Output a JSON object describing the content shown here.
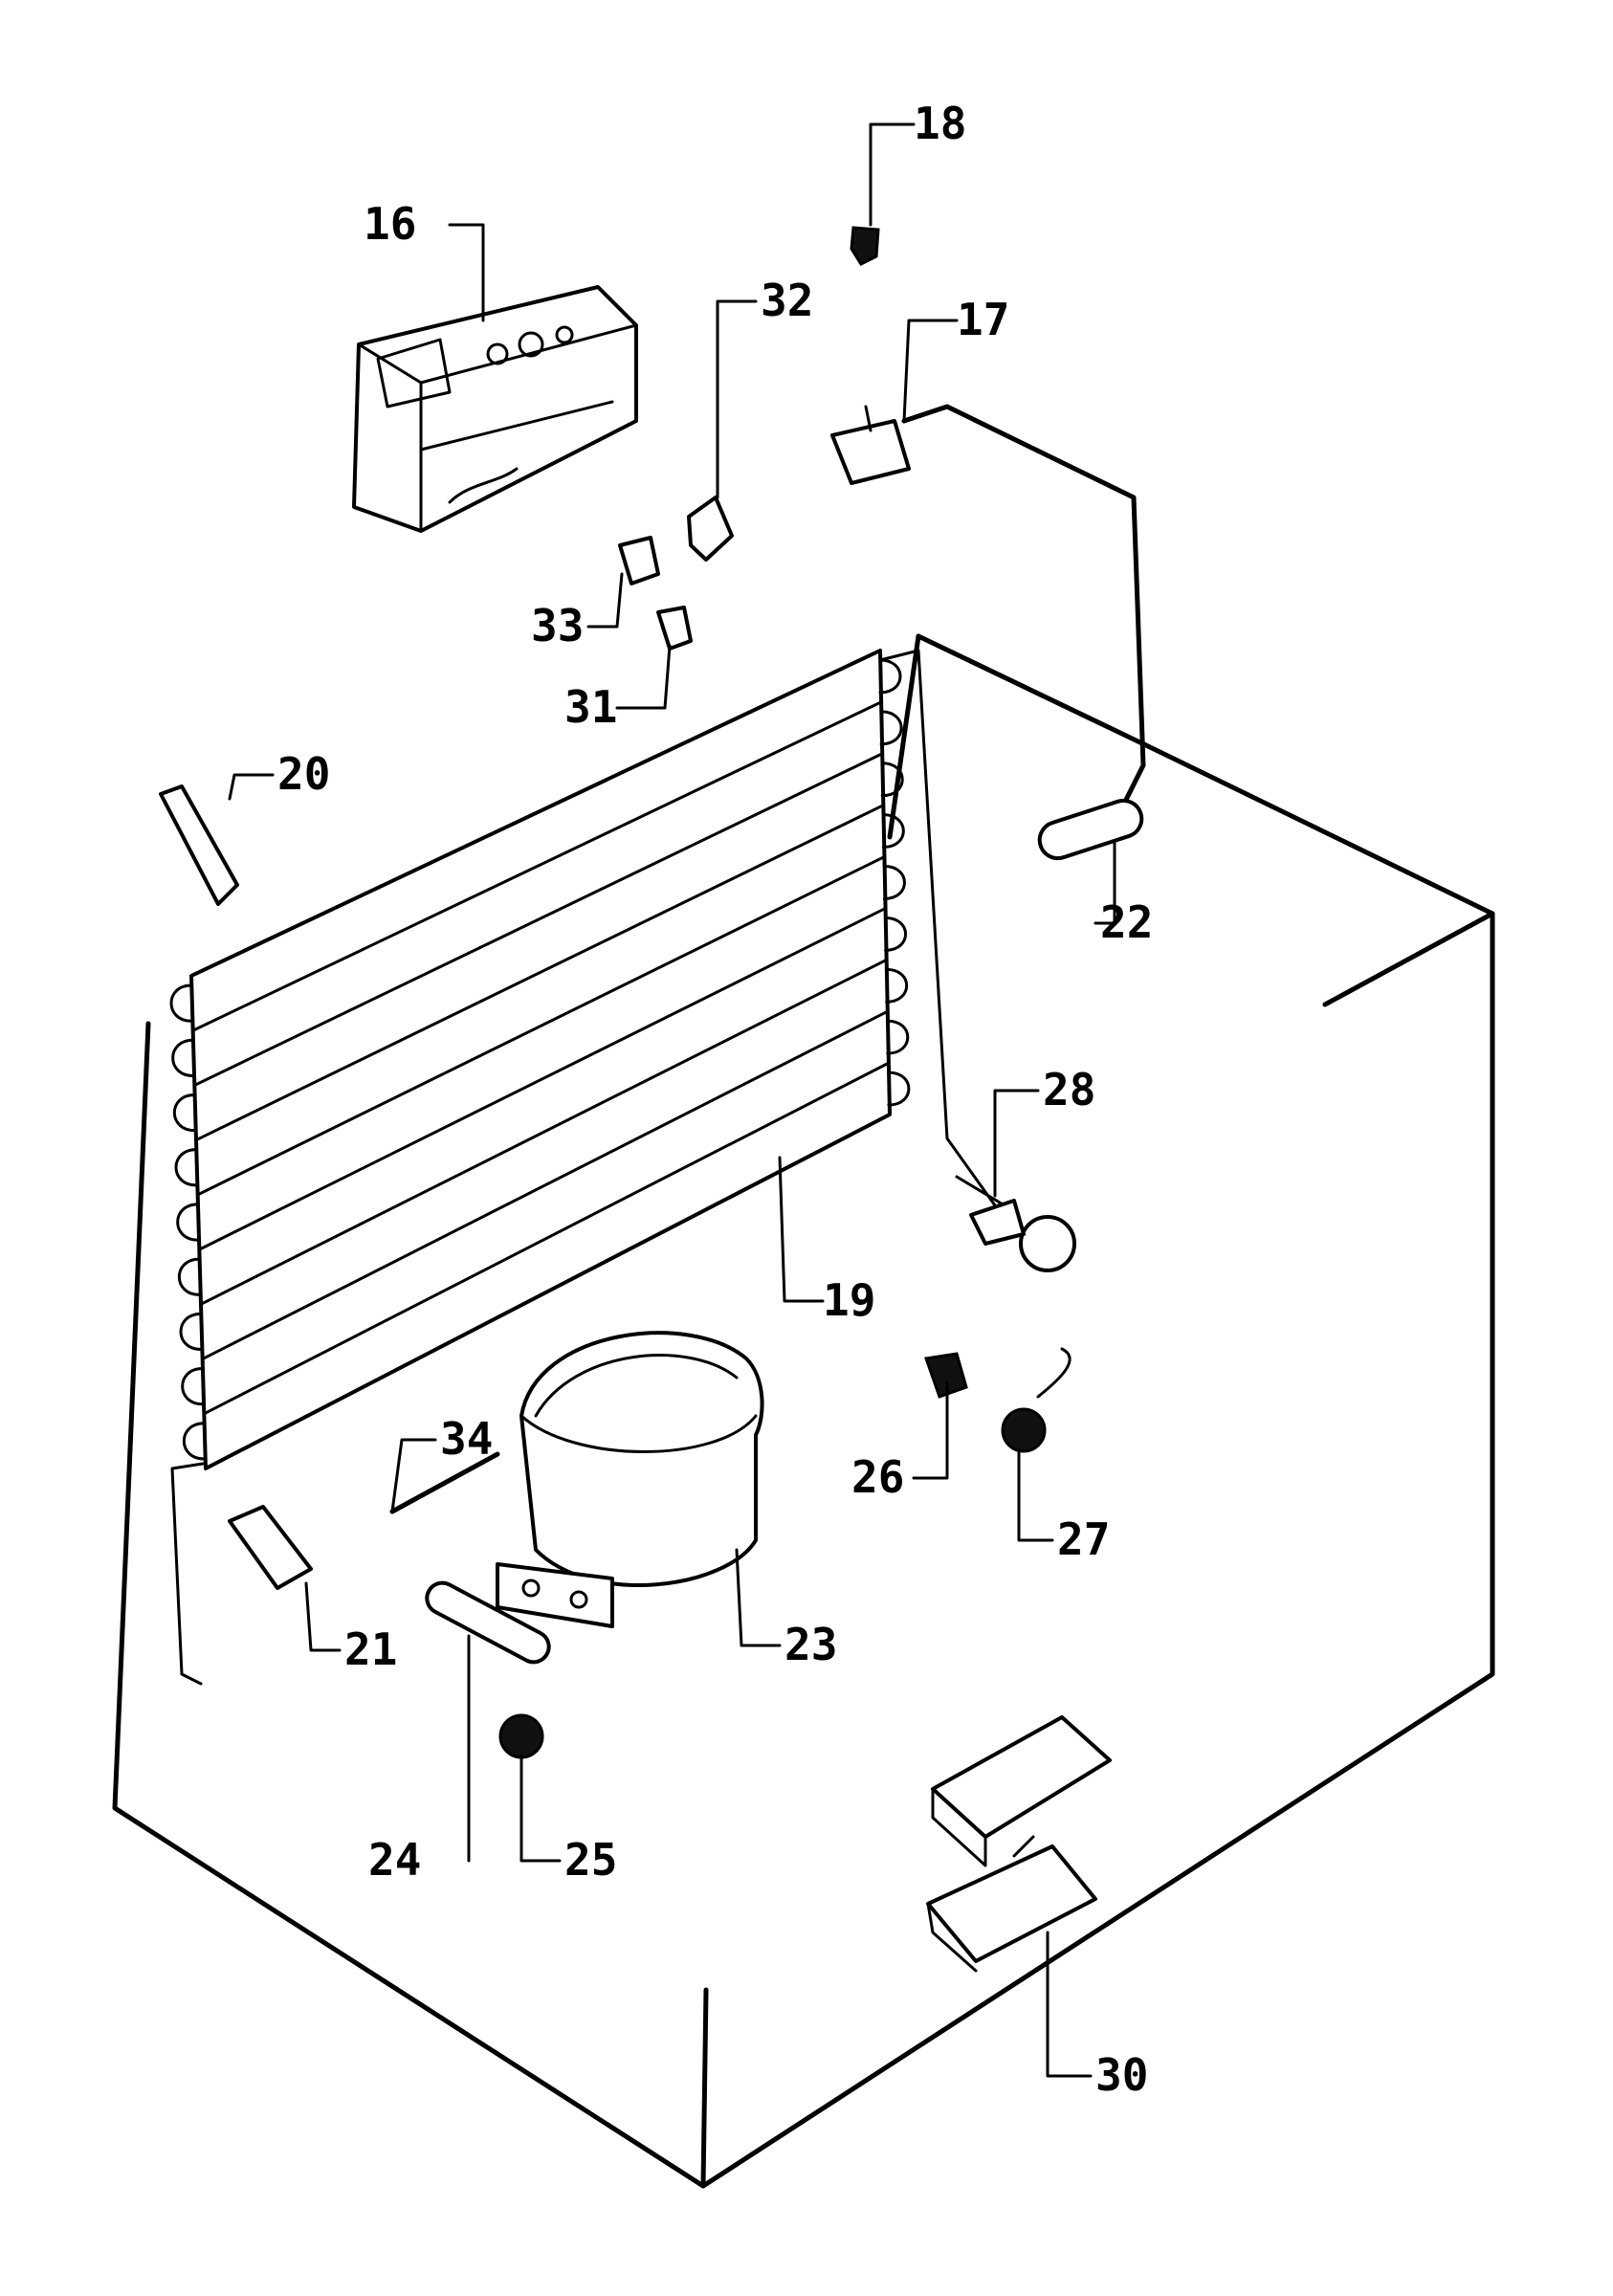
{
  "callouts": [
    {
      "id": "16",
      "label": "16"
    },
    {
      "id": "18",
      "label": "18"
    },
    {
      "id": "32",
      "label": "32"
    },
    {
      "id": "17",
      "label": "17"
    },
    {
      "id": "33",
      "label": "33"
    },
    {
      "id": "31",
      "label": "31"
    },
    {
      "id": "20",
      "label": "20"
    },
    {
      "id": "22",
      "label": "22"
    },
    {
      "id": "28",
      "label": "28"
    },
    {
      "id": "19",
      "label": "19"
    },
    {
      "id": "34",
      "label": "34"
    },
    {
      "id": "26",
      "label": "26"
    },
    {
      "id": "27",
      "label": "27"
    },
    {
      "id": "21",
      "label": "21"
    },
    {
      "id": "23",
      "label": "23"
    },
    {
      "id": "24",
      "label": "24"
    },
    {
      "id": "25",
      "label": "25"
    },
    {
      "id": "30",
      "label": "30"
    }
  ],
  "colors": {
    "line": "#000000",
    "background": "#ffffff"
  }
}
